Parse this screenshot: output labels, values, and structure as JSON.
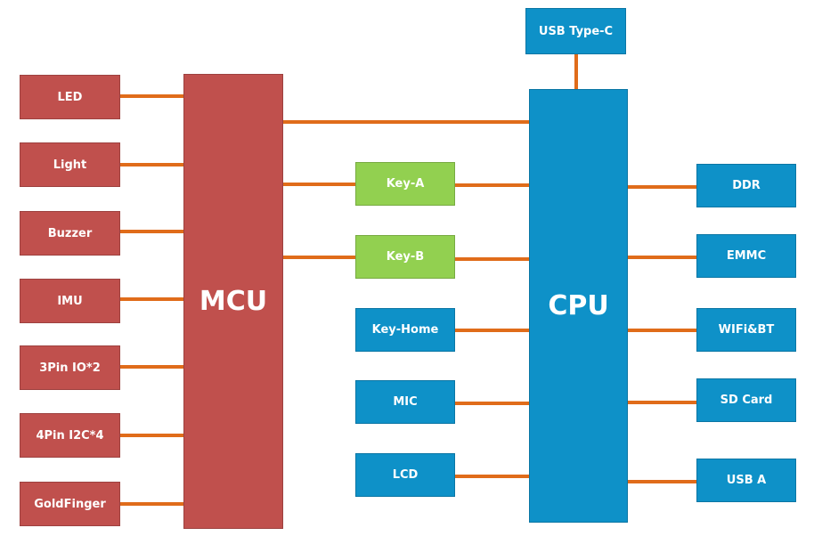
{
  "diagram": {
    "usb_type_c": "USB Type-C",
    "mcu": "MCU",
    "cpu": "CPU",
    "mcu_peripherals": [
      "LED",
      "Light",
      "Buzzer",
      "IMU",
      "3Pin IO*2",
      "4Pin I2C*4",
      "GoldFinger"
    ],
    "middle_keys": [
      "Key-A",
      "Key-B",
      "Key-Home",
      "MIC",
      "LCD"
    ],
    "cpu_peripherals": [
      "DDR",
      "EMMC",
      "WIFi&BT",
      "SD Card",
      "USB A"
    ]
  },
  "colors": {
    "mcu_red": "#c0504d",
    "cpu_blue": "#0e91c8",
    "key_green": "#92d050",
    "wire_orange": "#e06c1a"
  }
}
